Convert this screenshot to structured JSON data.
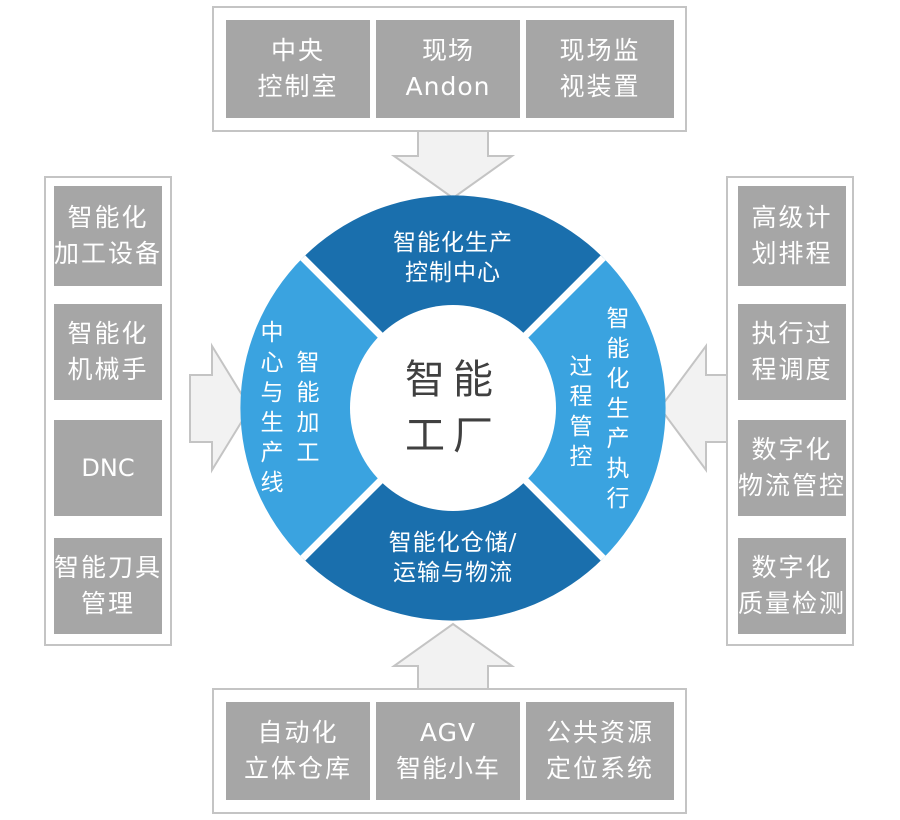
{
  "colors": {
    "dark_blue": "#1a6fad",
    "light_blue": "#3aa3e0",
    "box_gray": "#a6a6a6",
    "panel_border": "#c4c4c4",
    "arrow_fill": "#f2f2f2",
    "center_text": "#404040"
  },
  "center": {
    "label": "智能\n工厂"
  },
  "ring": {
    "top": "智能化生产\n控制中心",
    "bottom": "智能化仓储/\n运输与物流",
    "left_outer": "中\n心\n与\n生\n产\n线",
    "left_inner": "智\n能\n加\n工",
    "right_inner": "过\n程\n管\n控",
    "right_outer": "智\n能\n化\n生\n产\n执\n行"
  },
  "top_boxes": [
    "中央\n控制室",
    "现场\nAndon",
    "现场监\n视装置"
  ],
  "bottom_boxes": [
    "自动化\n立体仓库",
    "AGV\n智能小车",
    "公共资源\n定位系统"
  ],
  "left_boxes": [
    "智能化\n加工设备",
    "智能化\n机械手",
    "DNC",
    "智能刀具\n管理"
  ],
  "right_boxes": [
    "高级计\n划排程",
    "执行过\n程调度",
    "数字化\n物流管控",
    "数字化\n质量检测"
  ]
}
